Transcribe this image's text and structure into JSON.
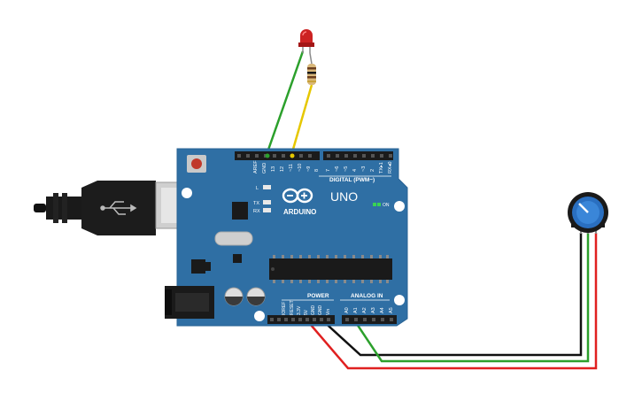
{
  "board": {
    "brand_text": "ARDUINO",
    "model_text": "UNO",
    "on_label": "ON",
    "digital_header_label": "DIGITAL (PWM~)",
    "power_header_label": "POWER",
    "analog_header_label": "ANALOG IN",
    "led_labels": [
      "L",
      "TX",
      "RX"
    ],
    "digital_pins": [
      "AREF",
      "GND",
      "13",
      "12",
      "~11",
      "~10",
      "~9",
      "8",
      "7",
      "~6",
      "~5",
      "4",
      "~3",
      "2",
      "TX▸1",
      "RX◂0"
    ],
    "power_pins": [
      "IOREF",
      "RESET",
      "3.3V",
      "5V",
      "GND",
      "GND",
      "Vin"
    ],
    "analog_pins": [
      "A0",
      "A1",
      "A2",
      "A3",
      "A4",
      "A5"
    ]
  },
  "colors": {
    "board": "#2f6fa4",
    "board_dark": "#1f4e79",
    "wire_green": "#2ca02c",
    "wire_yellow": "#e6c700",
    "wire_red": "#e02020",
    "wire_black": "#111111",
    "led_red": "#cc2222",
    "pot_blue": "#2a6fc0"
  },
  "components": {
    "led": "red-led",
    "resistor": "resistor",
    "potentiometer": "potentiometer",
    "usb": "usb-cable",
    "power_jack": "dc-jack"
  }
}
